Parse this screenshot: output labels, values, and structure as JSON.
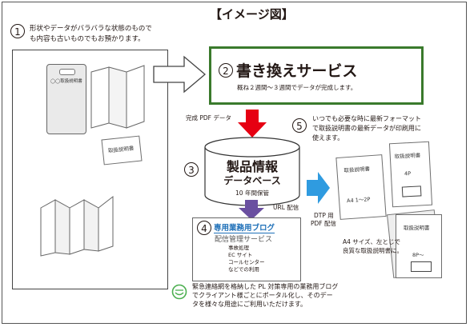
{
  "title": "【イメージ図】",
  "step1": {
    "num": "1",
    "text_line1": "形状やデータがバラバラな状態のもので",
    "text_line2": "も内容も古いものでもお預かります。"
  },
  "manual_card_label": "◯◯取扱説明書",
  "sheet_label": "取扱説明書",
  "step2": {
    "num": "2",
    "title": "書き換えサービス",
    "subtitle": "概ね２週間〜３週間でデータが完成します。"
  },
  "pdf_label": "完成 PDF データ",
  "step3": {
    "num": "3",
    "title_line1": "製品情報",
    "title_line2": "データベース",
    "retention": "10 年間保管"
  },
  "url_label": "URL 配信",
  "step4": {
    "num": "4",
    "title": "専用業務用ブログ",
    "subtitle": "配信管理サービス",
    "uses": [
      "事故処理",
      "EC サイト",
      "コールセンター",
      "などでの利用"
    ]
  },
  "delivery_label": {
    "line1": "DTP 用",
    "line2": "PDF 配信"
  },
  "step5": {
    "num": "5",
    "text_line1": "いつでも必要な時に最新フォーマット",
    "text_line2": "で取扱説明書の最新データが印刷用に",
    "text_line3": "使えます。"
  },
  "outputs": {
    "a4_label": "取扱説明書",
    "a4_pages": "A4  1〜2P",
    "p4_label": "取扱説明書",
    "p4_pages": "4P",
    "p8_label": "取扱説明書",
    "p8_pages": "8P〜",
    "note_line1": "A4 サイズ、左とじで",
    "note_line2": "良質な取扱説明書に。"
  },
  "footer": {
    "line1": "緊急連絡網を格納した PL 対策専用の業務用ブログ",
    "line2": "でクライアント様ごとにポータル化し、そのデー",
    "line3": "タを様々な用途にご利用いただけます。"
  },
  "colors": {
    "green_border": "#3a7a2c",
    "red_arrow": "#e60012",
    "purple_arrow": "#6a4fa0",
    "blue_arrow": "#2f9be0",
    "blog_blue": "#1d6fb8",
    "footer_icon": "#4caf50"
  }
}
